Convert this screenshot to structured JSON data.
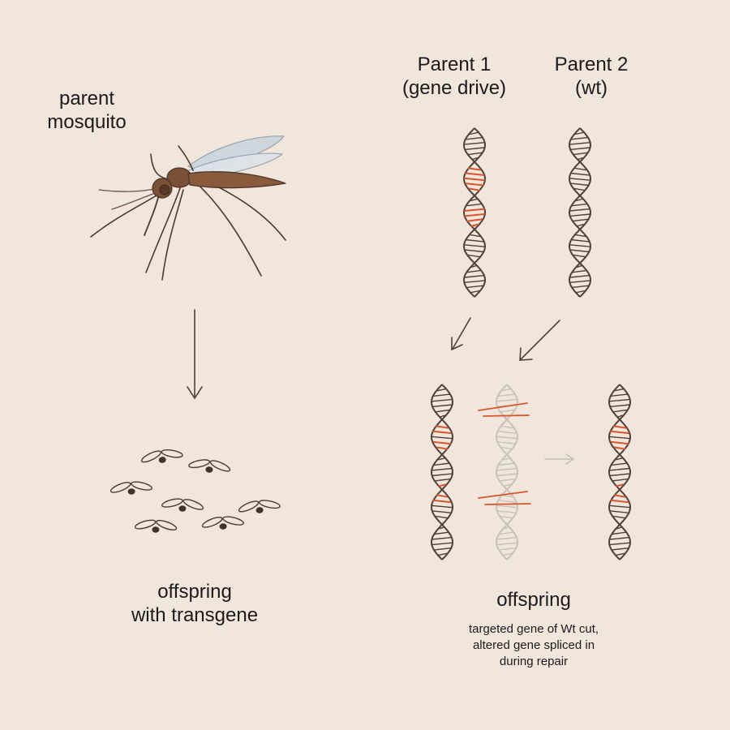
{
  "labels": {
    "parent_mosquito": [
      "parent",
      "mosquito"
    ],
    "offspring_transgene": [
      "offspring",
      "with transgene"
    ],
    "parent1": [
      "Parent 1",
      "(gene drive)"
    ],
    "parent2": [
      "Parent 2",
      "(wt)"
    ],
    "offspring_title": "offspring",
    "offspring_note": [
      "targeted gene of Wt cut,",
      "altered gene spliced in",
      "during repair"
    ]
  },
  "colors": {
    "background": "#f1e6dc",
    "dna_strand": "#4e4038",
    "gene_drive_highlight": "#d9552e",
    "faded_dna": "#c9c1ba",
    "arrow": "#4e4038",
    "faded_arrow": "#c4bcb5",
    "mosquito_body": "#7a5036",
    "mosquito_wing": "#cfd6dc"
  }
}
